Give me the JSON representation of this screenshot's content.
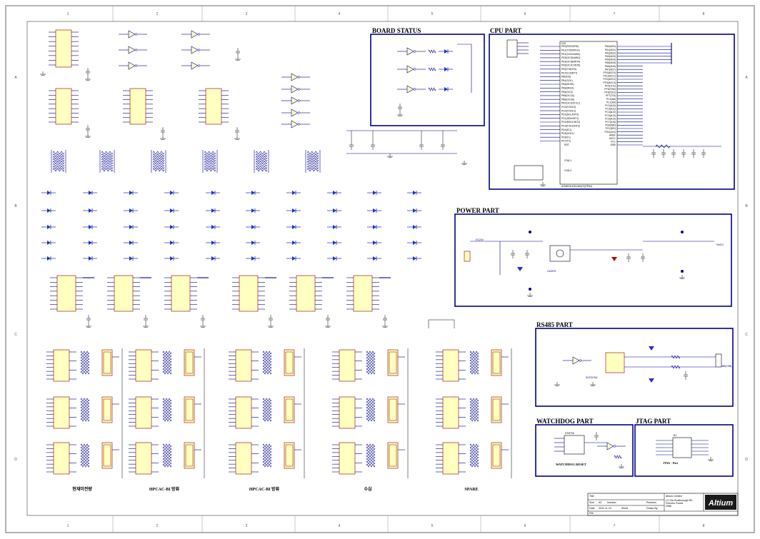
{
  "sheet": {
    "columns": [
      "1",
      "2",
      "3",
      "4",
      "5",
      "6",
      "7",
      "8"
    ],
    "rows": [
      "A",
      "B",
      "C",
      "D"
    ]
  },
  "blocks": {
    "board_status": "BOARD STATUS",
    "cpu_part": "CPU PART",
    "power_part": "POWER PART",
    "rs485_part": "RS485 PART",
    "watchdog_part": "WATCHDOG PART",
    "jtag_part": "JTAG PART"
  },
  "display_groups": [
    {
      "label": "현재미전량"
    },
    {
      "label": "HPCAC-BI 방류"
    },
    {
      "label": "HPCAC-BI 방류"
    },
    {
      "label": "수심"
    },
    {
      "label": "SPARE"
    }
  ],
  "cpu": {
    "ref": "U10",
    "part": "ATMEGA128-16AI(TQFP64)",
    "xtal1": "XTAL1",
    "xtal2": "XTAL2",
    "reset": "RST",
    "pins_left": [
      "PE0(RXD0/PDI)",
      "PE1(TXD0/PDO)",
      "PE2(XCK0/AIN0)",
      "PE3(OC3A/AIN1)",
      "PE4(OC3B/INT4)",
      "PE5(OC3C/INT5)",
      "PE6(T3/INT6)",
      "PE7(IC3/INT7)",
      "PB0(SS)",
      "PB1(SCK)",
      "PB2(MOSI)",
      "PB3(MISO)",
      "PB4(OC0)",
      "PB5(OC1A)",
      "PB6(OC1B)",
      "PB7(OC2/OC1C)",
      "PG3(TOSC2)",
      "PG4(TOSC1)",
      "PD0(SCL/INT0)",
      "PD1(SDA/INT1)",
      "PD2(RXD1/INT2)",
      "PD3(TXD1/INT3)",
      "PD4(IC1)",
      "PD5(XCK1)",
      "PD6(T1)",
      "PD7(T2)"
    ],
    "pins_right": [
      "PA0(AD0)",
      "PA1(AD1)",
      "PA2(AD2)",
      "PA3(AD3)",
      "PA4(AD4)",
      "PA5(AD5)",
      "PA6(AD6)",
      "PA7(AD7)",
      "PF0(ADC0)",
      "PF1(ADC1)",
      "PF2(ADC2)",
      "PF3(ADC3)",
      "PF4(TCK)",
      "PF5(TMS)",
      "PF6(TDO)",
      "PF7(TDI)",
      "PC0(A8)",
      "PC1(A9)",
      "PC2(A10)",
      "PC3(A11)",
      "PC4(A12)",
      "PC5(A13)",
      "PC6(A14)",
      "PC7(A15)",
      "PG0(WR)",
      "PG1(RD)",
      "PG2(ALE)",
      "AREF",
      "AVCC",
      "VCC",
      "GND"
    ]
  },
  "power": {
    "input": "DC24V",
    "regulator": "LM2575",
    "out": "+5VDC"
  },
  "rs485": {
    "transceiver": "SN75176A",
    "connector": "RS485(CN8)"
  },
  "watchdog": {
    "part": "STM706",
    "label": "WATCHDOG RESET"
  },
  "jtag": {
    "ref": "J11",
    "label": "JTAG - Port"
  },
  "title_block": {
    "title_label": "Title",
    "size_label": "Size",
    "size_value": "A2",
    "number_label": "Number",
    "revision_label": "Revision",
    "date_label": "Date",
    "date_value": "2011-11-10",
    "sheet_label": "Sheet",
    "file_label": "File",
    "drawn_label": "Drawn By",
    "company": "Altium Limited",
    "address": "L3 12a Rodborough Rd\nFrenchs Forest\n2086\nAustralia 2086",
    "logo": "Altium"
  },
  "net_labels": {
    "vcc": "+5VDC",
    "gnd": "GND"
  },
  "colors": {
    "wire": "#00008b",
    "ic_fill": "#ffffc0",
    "ic_border": "#8b0000",
    "frame": "#00008b",
    "led": "#1a33cc"
  }
}
